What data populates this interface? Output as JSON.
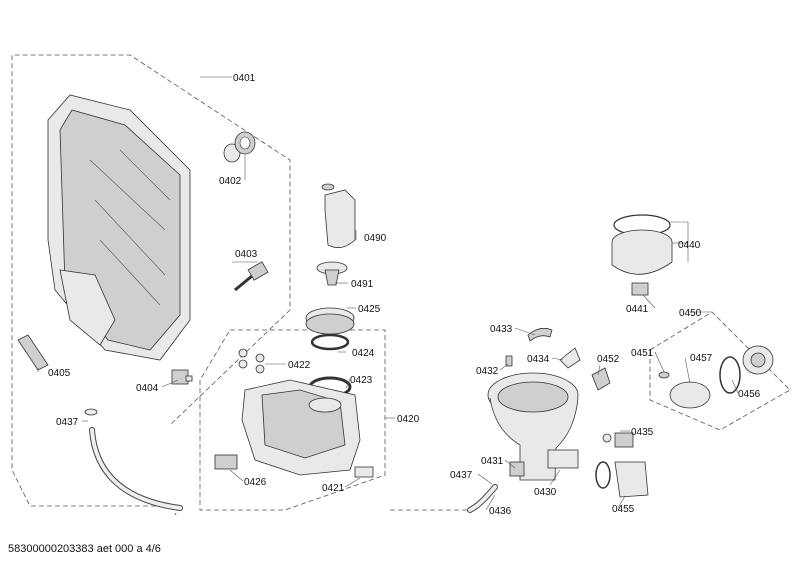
{
  "diagram": {
    "labels": {
      "l0401": "0401",
      "l0402": "0402",
      "l0403": "0403",
      "l0404": "0404",
      "l0405": "0405",
      "l0437a": "0437",
      "l0490": "0490",
      "l0491": "0491",
      "l0425": "0425",
      "l0424": "0424",
      "l0422": "0422",
      "l0423": "0423",
      "l0420": "0420",
      "l0426": "0426",
      "l0421": "0421",
      "l0433": "0433",
      "l0432": "0432",
      "l0434": "0434",
      "l0452": "0452",
      "l0451": "0451",
      "l0457": "0457",
      "l0456": "0456",
      "l0450": "0450",
      "l0440": "0440",
      "l0441": "0441",
      "l0435": "0435",
      "l0431": "0431",
      "l0437b": "0437",
      "l0430": "0430",
      "l0436": "0436",
      "l0455": "0455"
    }
  },
  "footer": {
    "text": "58300000203383 aet 000 a 4/6"
  }
}
